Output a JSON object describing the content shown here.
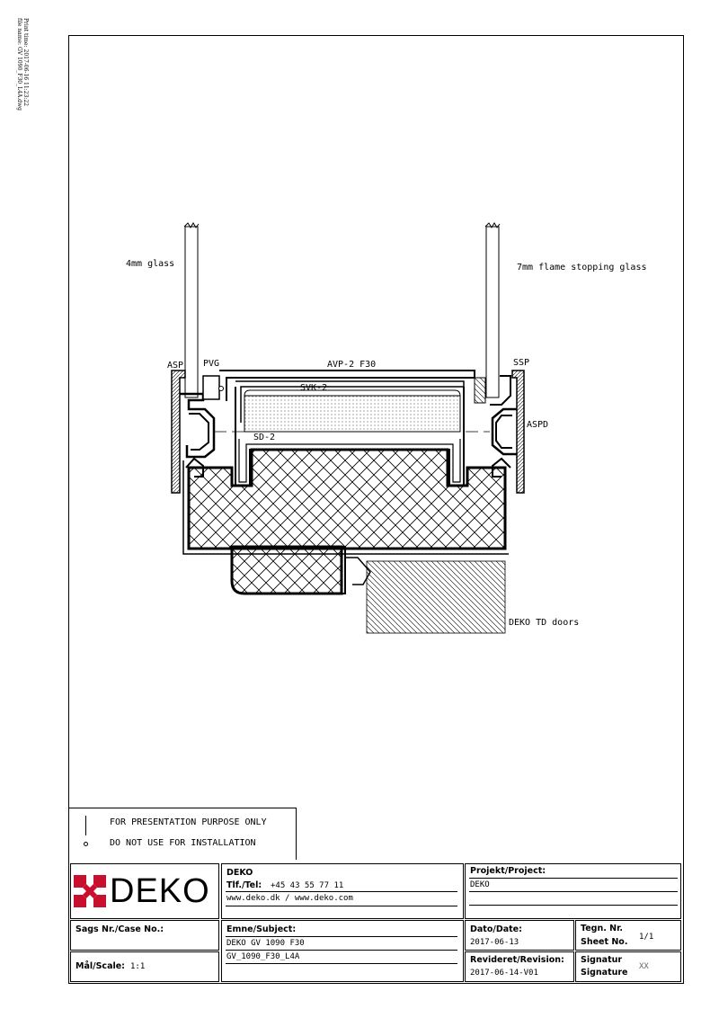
{
  "print_meta": {
    "line1": "Print time: 2017-06-16 11:23:22",
    "line2": "file name: GV 1090_F30_L4A.dwg"
  },
  "labels": {
    "glass_left": "4mm glass",
    "glass_right": "7mm flame stopping glass",
    "asp": "ASP",
    "pvg": "PVG",
    "avp": "AVP-2 F30",
    "ssp": "SSP",
    "svk": "SVK-2",
    "aspd": "ASPD",
    "sd": "SD-2",
    "doors": "DEKO TD doors"
  },
  "notice": {
    "line1": "FOR PRESENTATION PURPOSE ONLY",
    "line2": "DO NOT USE FOR INSTALLATION"
  },
  "title_block": {
    "logo_text": "DEKO",
    "company": "DEKO",
    "tel_label": "Tlf./Tel:",
    "tel_value": "+45 43 55 77 11",
    "web": "www.deko.dk / www.deko.com",
    "project_label": "Projekt/Project:",
    "project_value": "DEKO",
    "case_label": "Sags Nr./Case No.:",
    "subject_label": "Emne/Subject:",
    "subject_line1": "DEKO GV 1090 F30",
    "subject_line2": "GV_1090_F30_L4A",
    "date_label": "Dato/Date:",
    "date_value": "2017-06-13",
    "drawing_no_label1": "Tegn. Nr.",
    "drawing_no_label2": "Sheet No.",
    "drawing_no_value": "1/1",
    "scale_label": "Mål/Scale:",
    "scale_value": "1:1",
    "revision_label": "Revideret/Revision:",
    "revision_value": "2017-06-14-V01",
    "signature_label1": "Signatur",
    "signature_label2": "Signature",
    "signature_value": "XX"
  }
}
